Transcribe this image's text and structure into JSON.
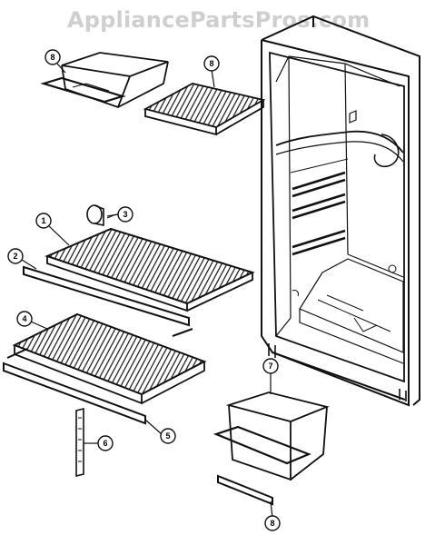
{
  "watermark": "AppliancePartsPros.com",
  "callouts": [
    {
      "id": "callout-8a",
      "label": "8"
    },
    {
      "id": "callout-8b",
      "label": "8"
    },
    {
      "id": "callout-3",
      "label": "3"
    },
    {
      "id": "callout-1",
      "label": "1"
    },
    {
      "id": "callout-2",
      "label": "2"
    },
    {
      "id": "callout-4",
      "label": "4"
    },
    {
      "id": "callout-5",
      "label": "5"
    },
    {
      "id": "callout-6",
      "label": "6"
    },
    {
      "id": "callout-7",
      "label": "7"
    },
    {
      "id": "callout-8c",
      "label": "8"
    }
  ]
}
